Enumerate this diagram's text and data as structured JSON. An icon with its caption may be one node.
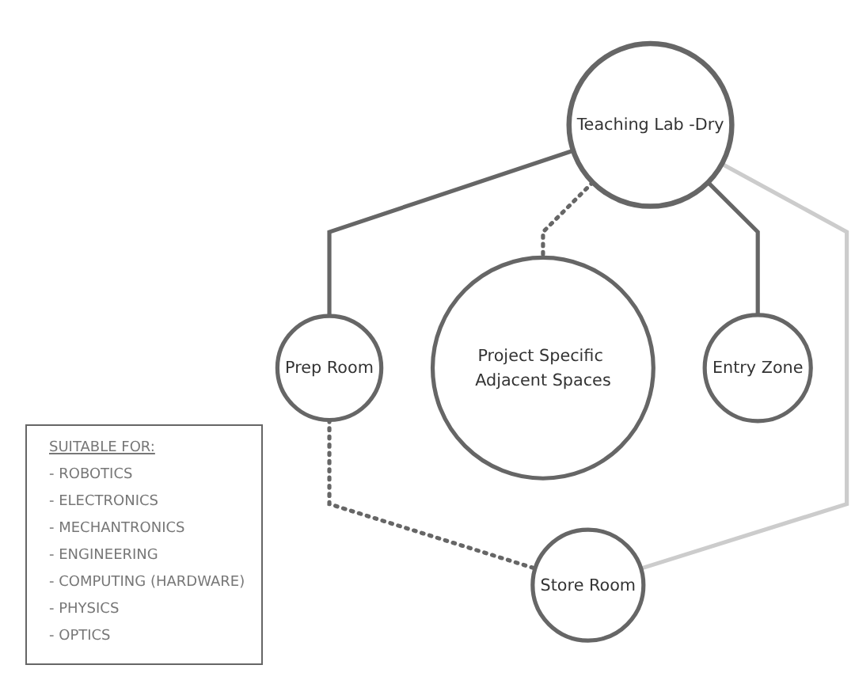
{
  "diagram": {
    "nodes": [
      {
        "text": [
          "Prep Room"
        ]
      },
      {
        "text": [
          "Store Room"
        ]
      },
      {
        "text": [
          "Teaching Lab -Dry"
        ]
      },
      {
        "text": [
          "Project Specific Adjacent Spaces"
        ]
      },
      {
        "text": [
          "Entry Zone"
        ]
      }
    ],
    "edges": [
      {
        "from": 2,
        "to": 0,
        "arrow": "none"
      },
      {
        "from": 0,
        "to": 1,
        "arrow": "none",
        "style": "dashed"
      },
      {
        "from": 2,
        "to": 1,
        "arrow": "none",
        "color": "#cccccc"
      },
      {
        "from": 2,
        "to": 3,
        "arrow": "none",
        "style": "dashed"
      },
      {
        "from": 2,
        "to": 4,
        "arrow": "none"
      }
    ],
    "labels": [
      "SUITABLE FOR:",
      "- ROBOTICS",
      "- ELECTRONICS",
      "- MECHANTRONICS",
      "- ENGINEERING",
      "- COMPUTING (HARDWARE)",
      "- PHYSICS",
      "- OPTICS"
    ]
  }
}
